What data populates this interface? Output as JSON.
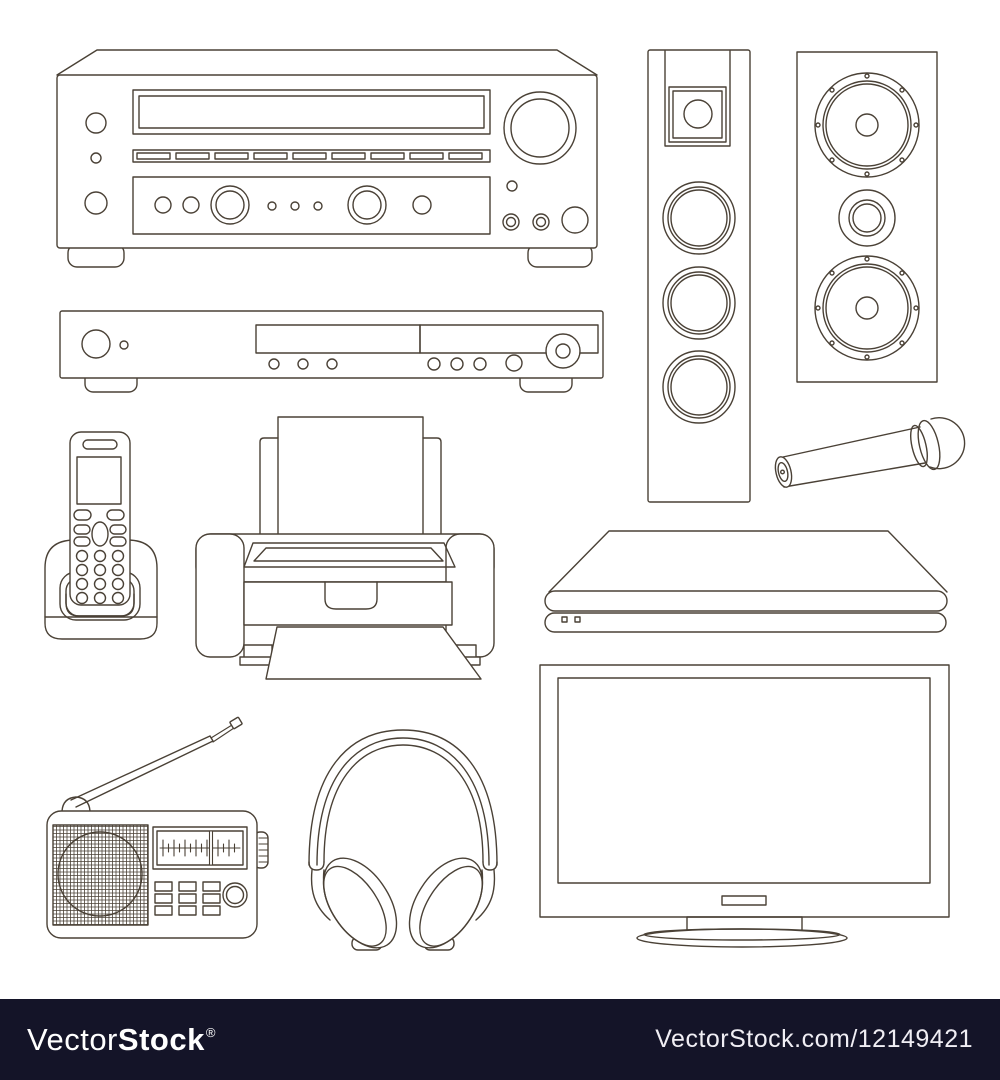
{
  "page": {
    "background": "#ffffff"
  },
  "artwork": {
    "line_color": "#4a4136",
    "description": "Line-art set of home electronics",
    "items": [
      {
        "id": "av-receiver",
        "name": "AV stereo receiver"
      },
      {
        "id": "dvd-player",
        "name": "DVD player"
      },
      {
        "id": "floor-speaker",
        "name": "Floor-standing tower speaker"
      },
      {
        "id": "bookshelf-speaker",
        "name": "Two-way loudspeaker"
      },
      {
        "id": "cordless-phone",
        "name": "Cordless phone on base"
      },
      {
        "id": "printer",
        "name": "Printer with paper"
      },
      {
        "id": "microphone",
        "name": "Handheld microphone"
      },
      {
        "id": "laptop",
        "name": "Closed laptop"
      },
      {
        "id": "tv",
        "name": "Flat screen TV on stand"
      },
      {
        "id": "radio",
        "name": "Portable radio with antenna"
      },
      {
        "id": "headphones",
        "name": "Headphones"
      }
    ]
  },
  "watermark": {
    "bar_color": "#141428",
    "text_color": "#ffffff",
    "logo_light": "Vector",
    "logo_bold": "Stock",
    "registered_mark": "®",
    "credit_url": "VectorStock.com/12149421"
  }
}
